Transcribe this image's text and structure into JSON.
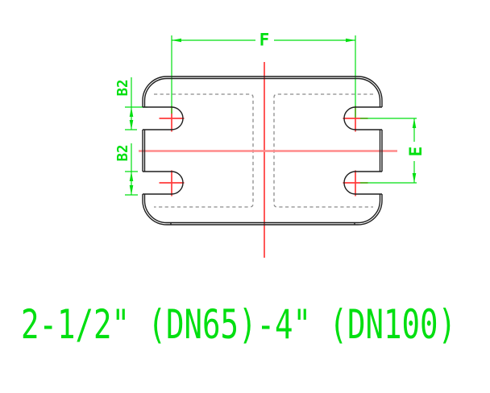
{
  "labels": {
    "dim_f": "F",
    "dim_b2_upper": "B2",
    "dim_b2_lower": "B2",
    "dim_e": "E",
    "size_range_title": "2-1/2\" (DN65)-4\" (DN100)"
  },
  "colors": {
    "dimension_green": "#00df10",
    "centerline_red": "#ff3b3b",
    "centerline_light_red": "#ff8a8a",
    "outline_black": "#1f1f1f",
    "hidden_line_gray": "#8c8c8c",
    "background": "#ffffff"
  }
}
